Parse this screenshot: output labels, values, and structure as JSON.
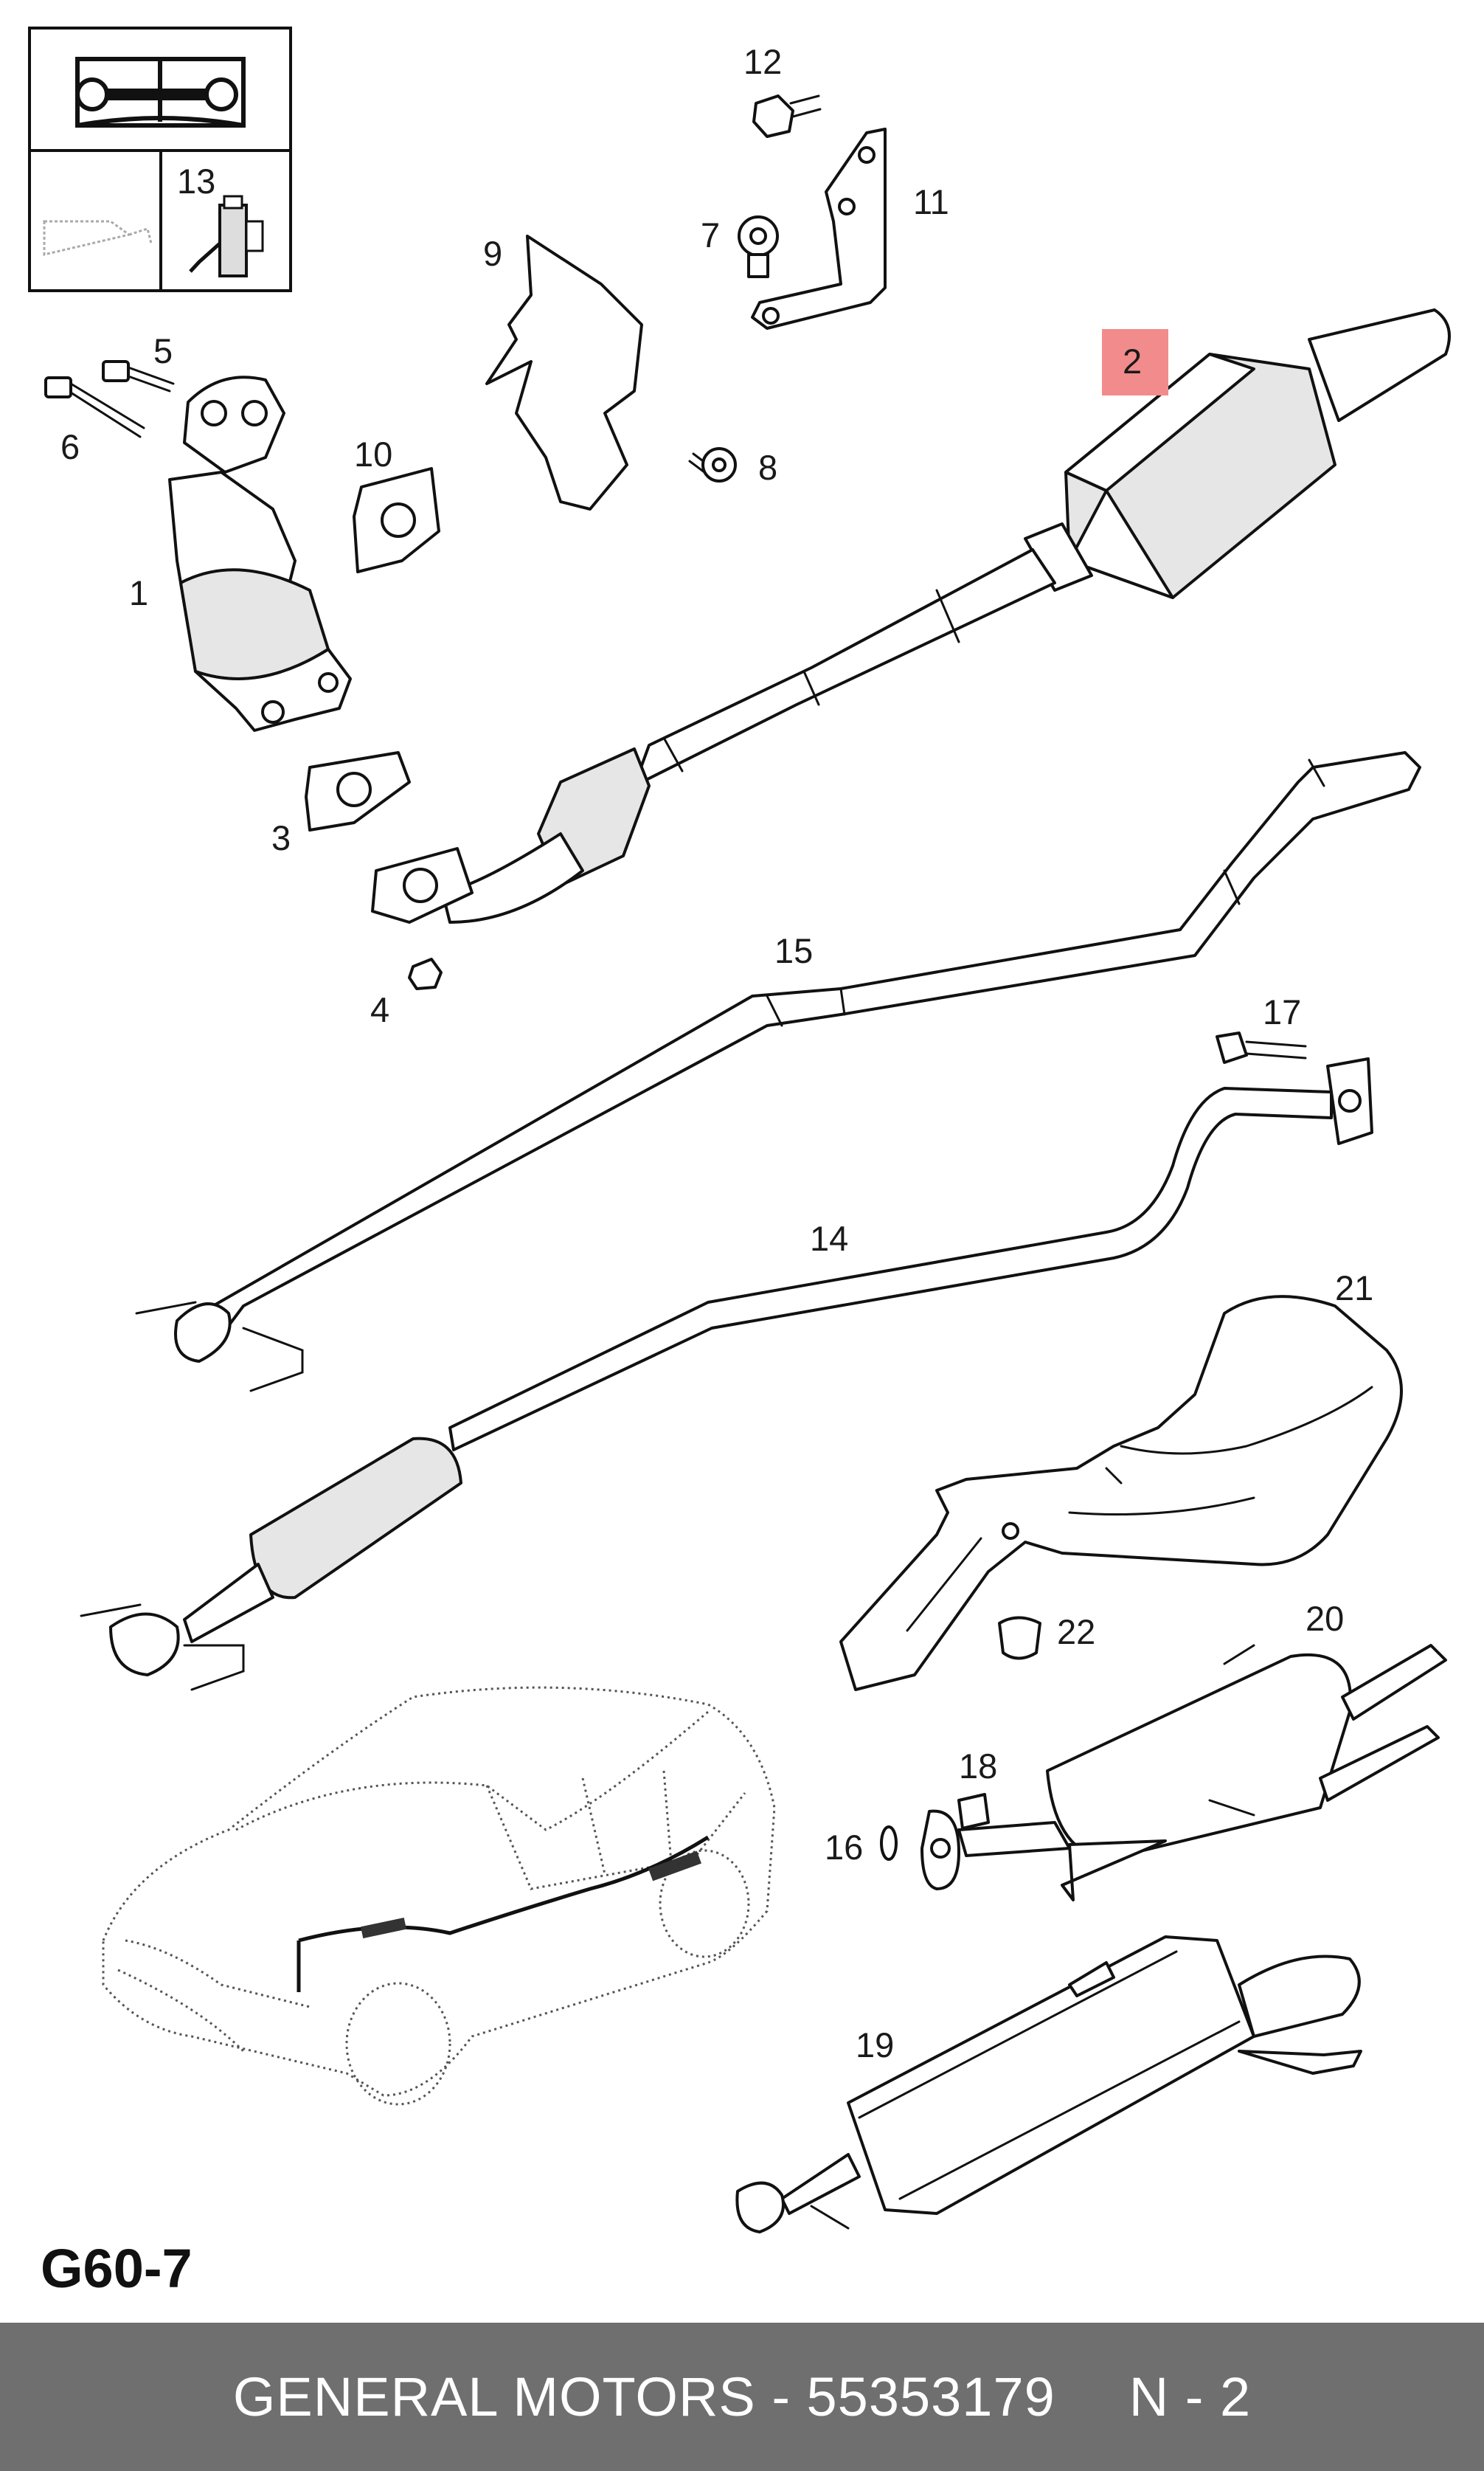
{
  "diagram_code": "G60-7",
  "callouts": {
    "c1": "1",
    "c2": "2",
    "c3": "3",
    "c4": "4",
    "c5": "5",
    "c6": "6",
    "c7": "7",
    "c8": "8",
    "c9": "9",
    "c10": "10",
    "c11": "11",
    "c12": "12",
    "c13": "13",
    "c14": "14",
    "c15": "15",
    "c16": "16",
    "c17": "17",
    "c18": "18",
    "c19": "19",
    "c20": "20",
    "c21": "21",
    "c22": "22"
  },
  "highlighted_callout": "2",
  "highlight_color": "#f28b8b",
  "footer": {
    "brand": "GENERAL MOTORS",
    "separator": " - ",
    "part_number": "55353179",
    "position": "N - 2"
  },
  "colors": {
    "footer_bg": "#6f6f6f",
    "footer_text": "#ffffff"
  }
}
